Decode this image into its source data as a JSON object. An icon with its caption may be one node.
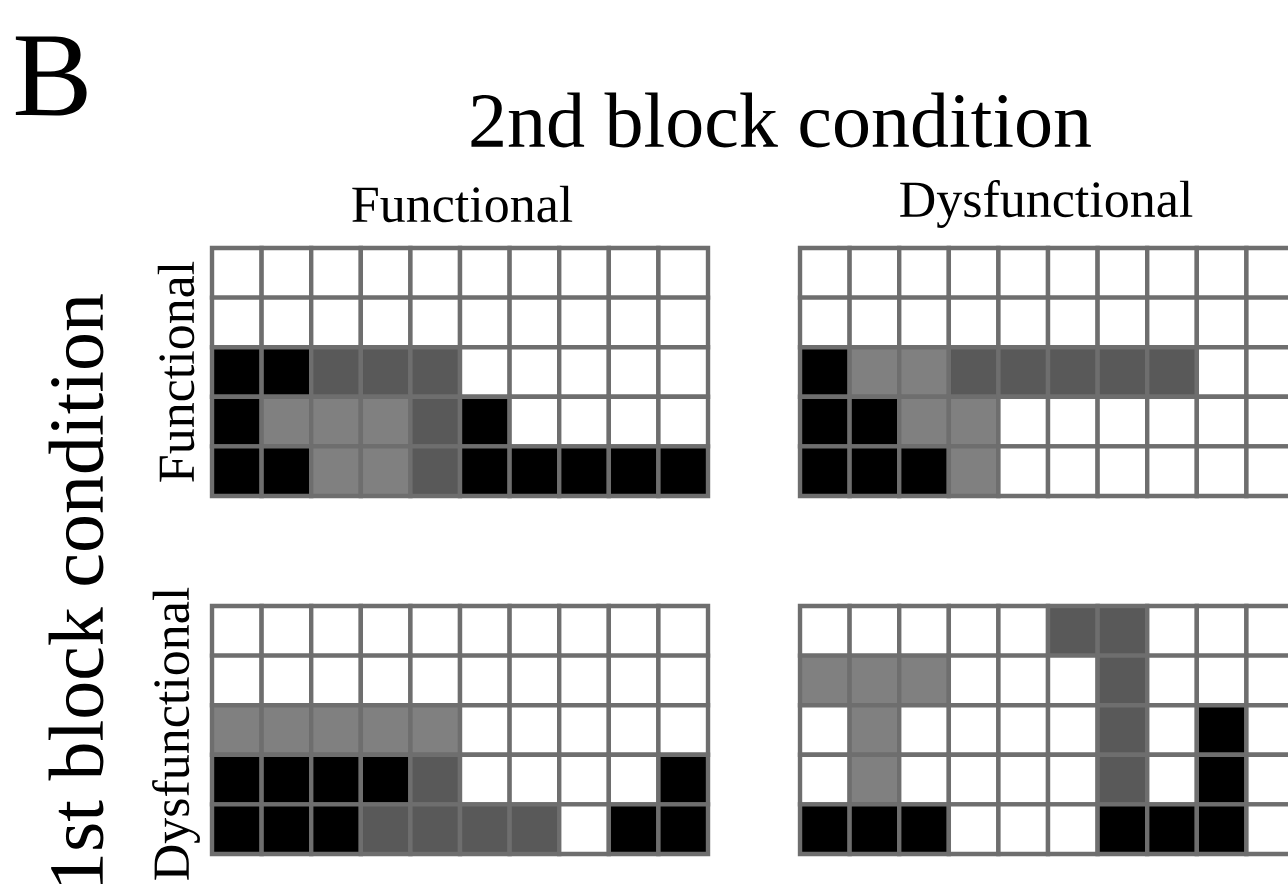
{
  "diagram": {
    "labels": [
      "B",
      "2nd block condition",
      "Functional",
      "Dysfunctional",
      "1st block condition",
      "Functional",
      "Dysfunctional"
    ]
  }
}
